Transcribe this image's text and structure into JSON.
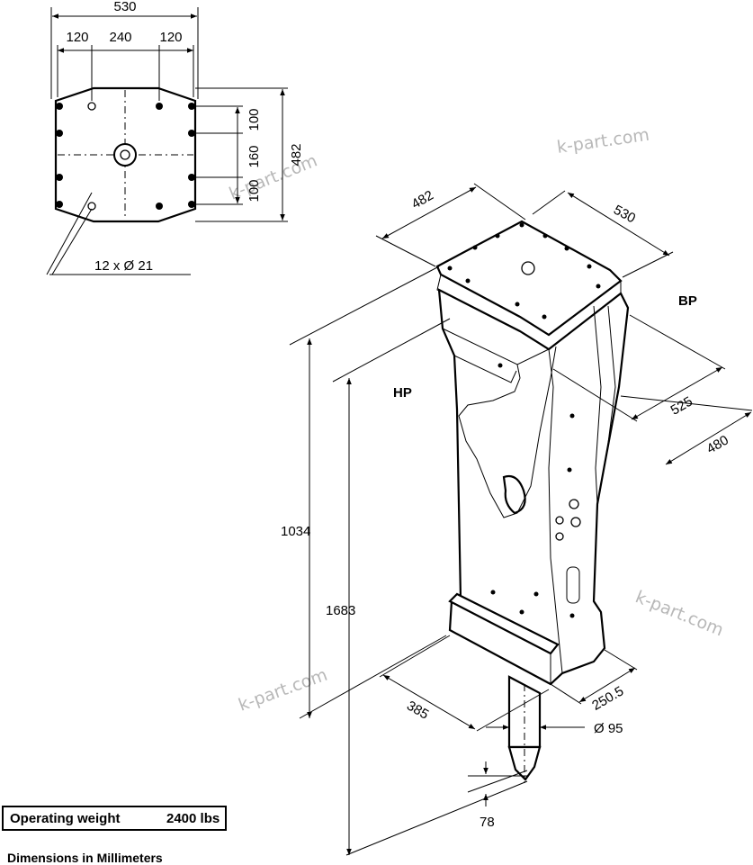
{
  "top_view": {
    "width_overall": "530",
    "spacing_left": "120",
    "spacing_center": "240",
    "spacing_right": "120",
    "height_overall": "482",
    "vert_100": "100",
    "vert_160": "160",
    "vert_100b": "100",
    "holes_note": "12 x Ø 21"
  },
  "iso_view": {
    "top_482": "482",
    "top_530": "530",
    "side_525": "525",
    "side_480": "480",
    "height_1034": "1034",
    "height_1683": "1683",
    "base_385": "385",
    "base_250": "250.5",
    "tool_dia": "Ø 95",
    "tool_78": "78",
    "port_bp": "BP",
    "port_hp": "HP"
  },
  "watermark": "k-part.com",
  "weight": {
    "label": "Operating weight",
    "value": "2400 lbs"
  },
  "units_note": "Dimensions in Millimeters"
}
